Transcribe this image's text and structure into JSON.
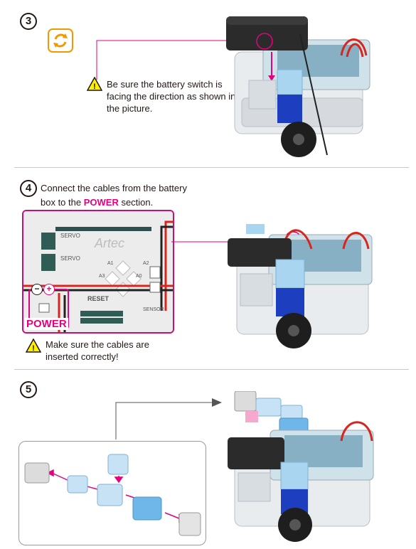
{
  "step3": {
    "number": "3",
    "note": "Be sure the battery switch is facing the direction as shown in the picture."
  },
  "step4": {
    "number": "4",
    "instruction_pre": "Connect the cables from the battery box to the ",
    "instruction_highlight": "POWER",
    "instruction_post": " section.",
    "note": "Make sure the cables are inserted correctly!",
    "board": {
      "logo": "Artec",
      "power_label": "POWER",
      "reset_label": "RESET",
      "servo_label_1": "SERVO",
      "servo_label_2": "SERVO",
      "sensor_label": "SENSOR",
      "port_a1": "A1",
      "port_a2": "A2",
      "port_a3": "A3",
      "port_a0": "A0",
      "minus": "−",
      "plus": "+"
    }
  },
  "step5": {
    "number": "5"
  },
  "colors": {
    "accent_pink": "#e4007f",
    "refresh_orange": "#f39800",
    "warning_yellow": "#fff100",
    "board_border": "#c1127a",
    "light_blue": "#a9d5f0",
    "dark_blue": "#1d3fbf",
    "divider": "#c8c8c8"
  },
  "icons": {
    "refresh": "refresh-icon",
    "warning": "warning-icon"
  }
}
